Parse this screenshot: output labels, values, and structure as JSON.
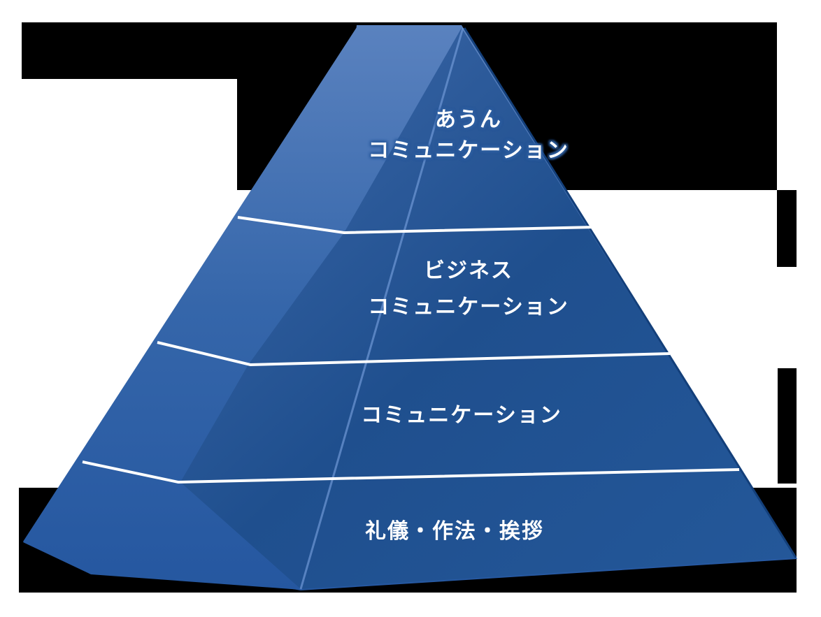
{
  "diagram": {
    "type": "pyramid",
    "orientation": "apex-up",
    "tiers_top_to_bottom": [
      {
        "id": "tier-1",
        "line1": "あうん",
        "line2": "コミュニケーション"
      },
      {
        "id": "tier-2",
        "line1": "ビジネス",
        "line2": "コミュニケーション"
      },
      {
        "id": "tier-3",
        "line1": "コミュニケーション"
      },
      {
        "id": "tier-4",
        "line1": "礼儀・作法・挨拶"
      }
    ],
    "colors": {
      "face_light": "#4a74b4",
      "face_front": "#1f4f8e",
      "face_side": "#2a5ea6",
      "divider": "#ffffff",
      "text": "#ffffff",
      "background_block": "#000000",
      "background": "#ffffff"
    }
  }
}
